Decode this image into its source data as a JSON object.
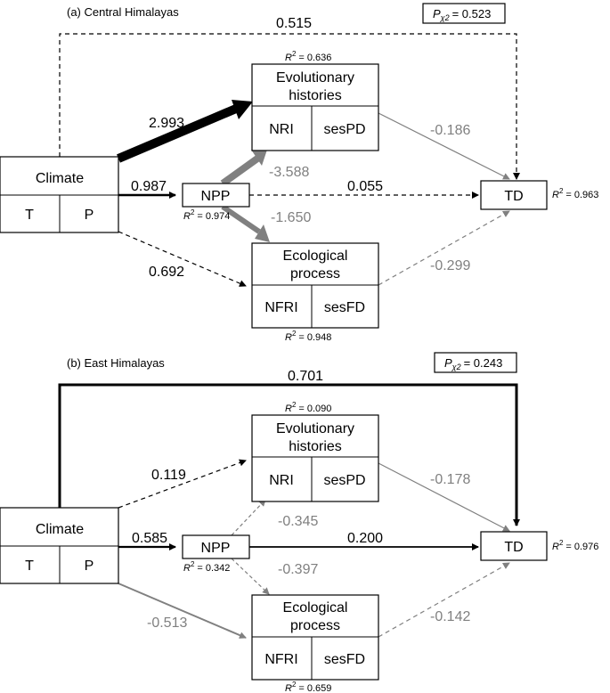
{
  "colors": {
    "significant": "#000000",
    "effect_gray": "#808080"
  },
  "panels": [
    {
      "title": "(a) Central Himalayas",
      "p_chi2": {
        "symbol": "P",
        "subscript": "χ2",
        "value": "= 0.523"
      },
      "climate": {
        "label": "Climate",
        "left": "T",
        "right": "P"
      },
      "npp": {
        "label": "NPP",
        "r2": "= 0.974"
      },
      "evo": {
        "line1": "Evolutionary",
        "line2": "histories",
        "left": "NRI",
        "right": "sesPD",
        "r2": "= 0.636"
      },
      "eco": {
        "line1": "Ecological",
        "line2": "process",
        "left": "NFRI",
        "right": "sesFD",
        "r2": "= 0.948"
      },
      "td": {
        "label": "TD",
        "r2": "= 0.963"
      },
      "paths": {
        "climate_td": "0.515",
        "climate_evo": "2.993",
        "climate_npp": "0.987",
        "climate_eco": "0.692",
        "npp_evo": "-3.588",
        "npp_eco": "-1.650",
        "npp_td": "0.055",
        "evo_td": "-0.186",
        "eco_td": "-0.299"
      }
    },
    {
      "title": "(b) East Himalayas",
      "p_chi2": {
        "symbol": "P",
        "subscript": "χ2",
        "value": "= 0.243"
      },
      "climate": {
        "label": "Climate",
        "left": "T",
        "right": "P"
      },
      "npp": {
        "label": "NPP",
        "r2": "= 0.342"
      },
      "evo": {
        "line1": "Evolutionary",
        "line2": "histories",
        "left": "NRI",
        "right": "sesPD",
        "r2": "= 0.090"
      },
      "eco": {
        "line1": "Ecological",
        "line2": "process",
        "left": "NFRI",
        "right": "sesFD",
        "r2": "= 0.659"
      },
      "td": {
        "label": "TD",
        "r2": "= 0.976"
      },
      "paths": {
        "climate_td": "0.701",
        "climate_evo": "0.119",
        "climate_npp": "0.585",
        "climate_eco": "-0.513",
        "npp_evo": "-0.345",
        "npp_eco": "-0.397",
        "npp_td": "0.200",
        "evo_td": "-0.178",
        "eco_td": "-0.142"
      }
    }
  ]
}
